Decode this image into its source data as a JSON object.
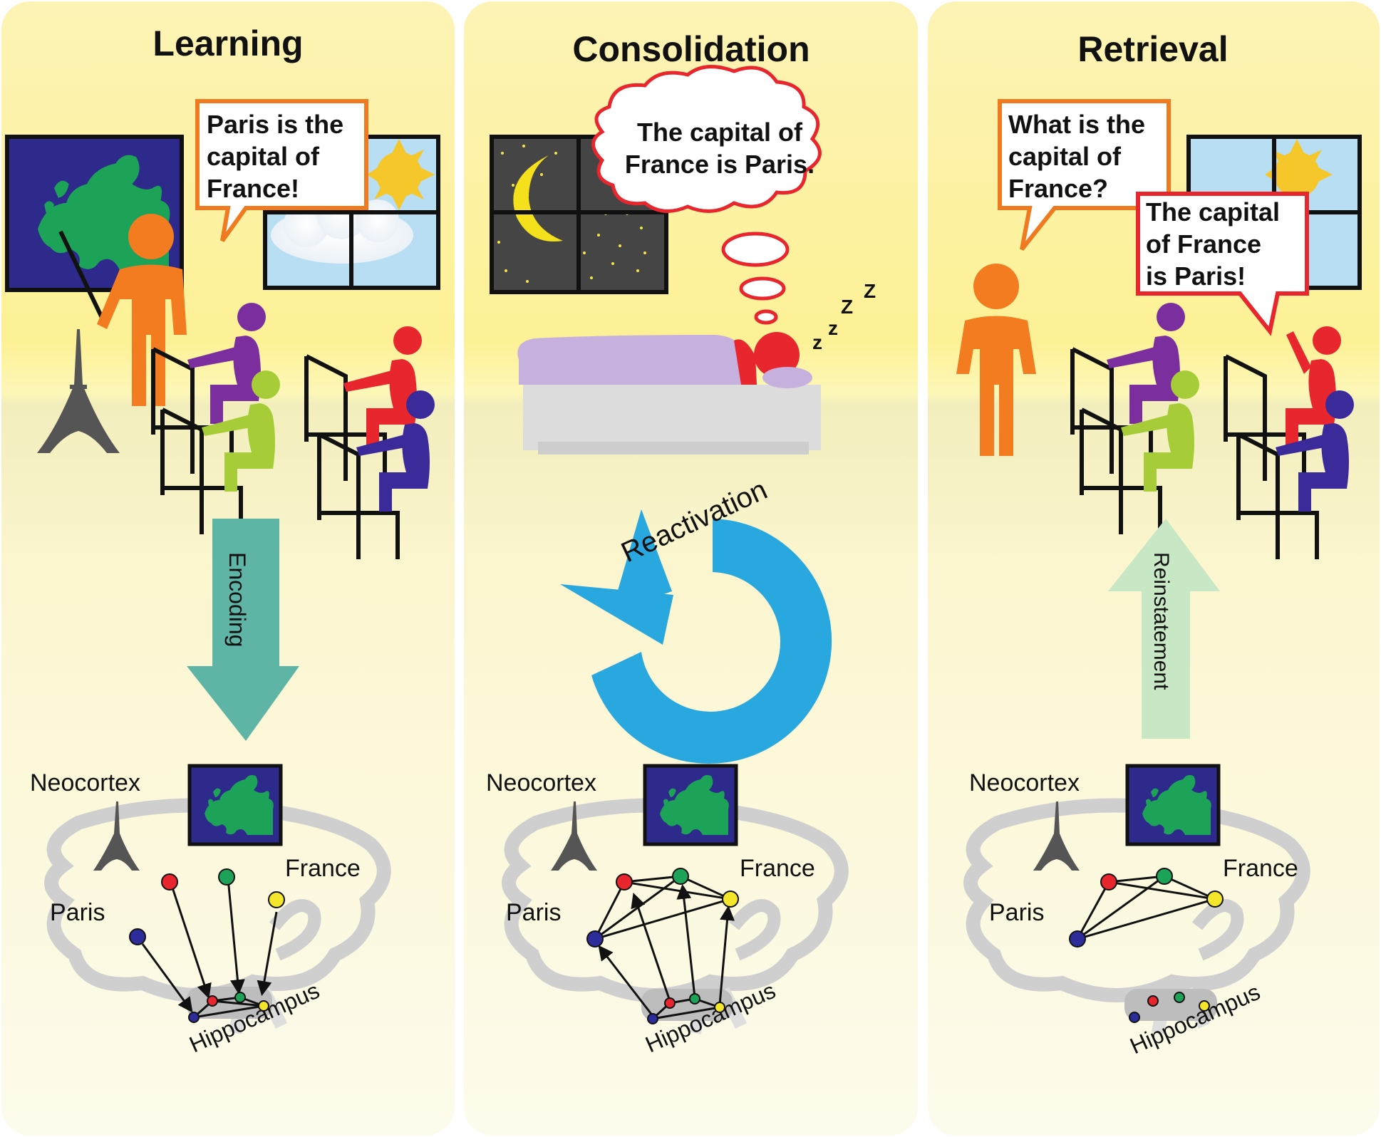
{
  "panels": [
    {
      "title": "Learning",
      "speech": [
        "Paris is the",
        "capital of",
        "France!"
      ],
      "process": "Encoding",
      "brain": {
        "cortex_label": "Neocortex",
        "hippocampus_label": "Hippocampus",
        "city_label": "Paris",
        "country_label": "France"
      }
    },
    {
      "title": "Consolidation",
      "thought": [
        "The capital of",
        "France is Paris."
      ],
      "process": "Reactivation",
      "brain": {
        "cortex_label": "Neocortex",
        "hippocampus_label": "Hippocampus",
        "city_label": "Paris",
        "country_label": "France"
      }
    },
    {
      "title": "Retrieval",
      "question": [
        "What is the",
        "capital of",
        "France?"
      ],
      "answer": [
        "The capital",
        "of France",
        "is Paris!"
      ],
      "process": "Reinstatement",
      "brain": {
        "cortex_label": "Neocortex",
        "hippocampus_label": "Hippocampus",
        "city_label": "Paris",
        "country_label": "France"
      }
    }
  ],
  "sleep_sound": [
    "z",
    "z",
    "Z",
    "Z"
  ],
  "colors": {
    "panel_top": "#fdf3a6",
    "panel_bottom": "#fdfbe6",
    "teacher": "#f47c20",
    "student_purple": "#7b2e9e",
    "student_green": "#a6cc38",
    "student_red": "#e8262d",
    "student_blue": "#3b2a9a",
    "encoding_arrow": "#5eb5a6",
    "reactivation_arrow": "#29a7df",
    "reinstatement_arrow": "#c8e8c5",
    "map_sea": "#2e2a8c",
    "map_land": "#1da357",
    "brain": "#c8c8c8",
    "node_blue": "#2c2c9a",
    "node_red": "#e8262d",
    "node_green": "#1da357",
    "node_yellow": "#f4e62a",
    "speech_teacher_border": "#f07a1f",
    "speech_student_border": "#e8262d"
  }
}
